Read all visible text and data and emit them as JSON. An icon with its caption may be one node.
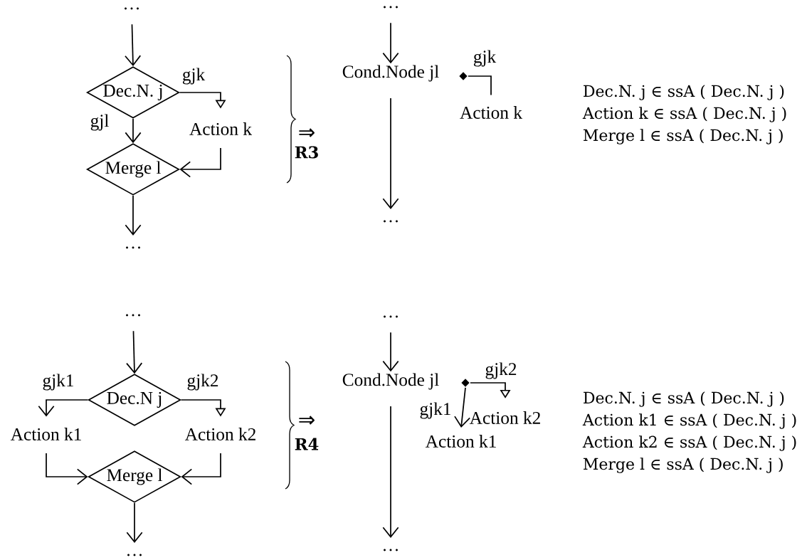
{
  "diagram": {
    "nodes": [
      {
        "text": [
          "…"
        ]
      },
      {
        "text": [
          "Dec.N. j"
        ]
      },
      {
        "text": [
          "Action k"
        ]
      },
      {
        "text": [
          "Merge l"
        ]
      },
      {
        "text": [
          "…"
        ]
      },
      {
        "text": [
          "…"
        ]
      },
      {
        "text": [
          "Cond.Node jl"
        ]
      },
      {
        "text": [],
        "shape": "diamond"
      },
      {
        "text": [
          "Action k"
        ]
      },
      {
        "text": [
          "…"
        ]
      },
      {
        "text": [
          "…"
        ]
      },
      {
        "text": [
          "Dec.N j"
        ]
      },
      {
        "text": [
          "Action k1"
        ]
      },
      {
        "text": [
          "Action k2"
        ]
      },
      {
        "text": [
          "Merge l"
        ]
      },
      {
        "text": [
          "…"
        ]
      },
      {
        "text": [
          "…"
        ]
      },
      {
        "text": [
          "Cond.Node jl"
        ]
      },
      {
        "text": [],
        "shape": "diamond"
      },
      {
        "text": [
          "Action k2"
        ]
      },
      {
        "text": [
          "Action k1"
        ]
      },
      {
        "text": [
          "…"
        ]
      }
    ],
    "edges": [
      {
        "from": 0,
        "to": 1,
        "arrow": "to"
      },
      {
        "from": 1,
        "to": 2,
        "arrow": "to",
        "label": "gjk"
      },
      {
        "from": 1,
        "to": 3,
        "arrow": "to",
        "label": "gjl"
      },
      {
        "from": 2,
        "to": 3,
        "arrow": "to"
      },
      {
        "from": 3,
        "to": 4,
        "arrow": "to"
      },
      {
        "from": 5,
        "to": 6,
        "arrow": "to"
      },
      {
        "from": 6,
        "to": 9,
        "arrow": "to"
      },
      {
        "from": 7,
        "to": 8,
        "arrow": "none",
        "label": "gjk"
      },
      {
        "from": 10,
        "to": 11,
        "arrow": "to"
      },
      {
        "from": 11,
        "to": 12,
        "arrow": "to",
        "label": "gjk1"
      },
      {
        "from": 11,
        "to": 13,
        "arrow": "to",
        "label": "gjk2"
      },
      {
        "from": 12,
        "to": 14,
        "arrow": "to"
      },
      {
        "from": 13,
        "to": 14,
        "arrow": "to"
      },
      {
        "from": 14,
        "to": 15,
        "arrow": "to"
      },
      {
        "from": 16,
        "to": 17,
        "arrow": "to"
      },
      {
        "from": 17,
        "to": 21,
        "arrow": "to"
      },
      {
        "from": 18,
        "to": 19,
        "arrow": "to",
        "label": "gjk2"
      },
      {
        "from": 18,
        "to": 20,
        "arrow": "to",
        "label": "gjk1"
      }
    ],
    "labels": [
      "⇒",
      "R3",
      "Dec.N. j ∈ ssA ( Dec.N. j )",
      "Action k ∈ ssA ( Dec.N. j )",
      "Merge l ∈ ssA ( Dec.N. j )",
      "⇒",
      "R4",
      "Dec.N. j ∈ ssA ( Dec.N. j )",
      "Action k1 ∈ ssA ( Dec.N. j )",
      "Action k2 ∈ ssA ( Dec.N. j )",
      "Merge l ∈ ssA ( Dec.N. j )"
    ]
  }
}
